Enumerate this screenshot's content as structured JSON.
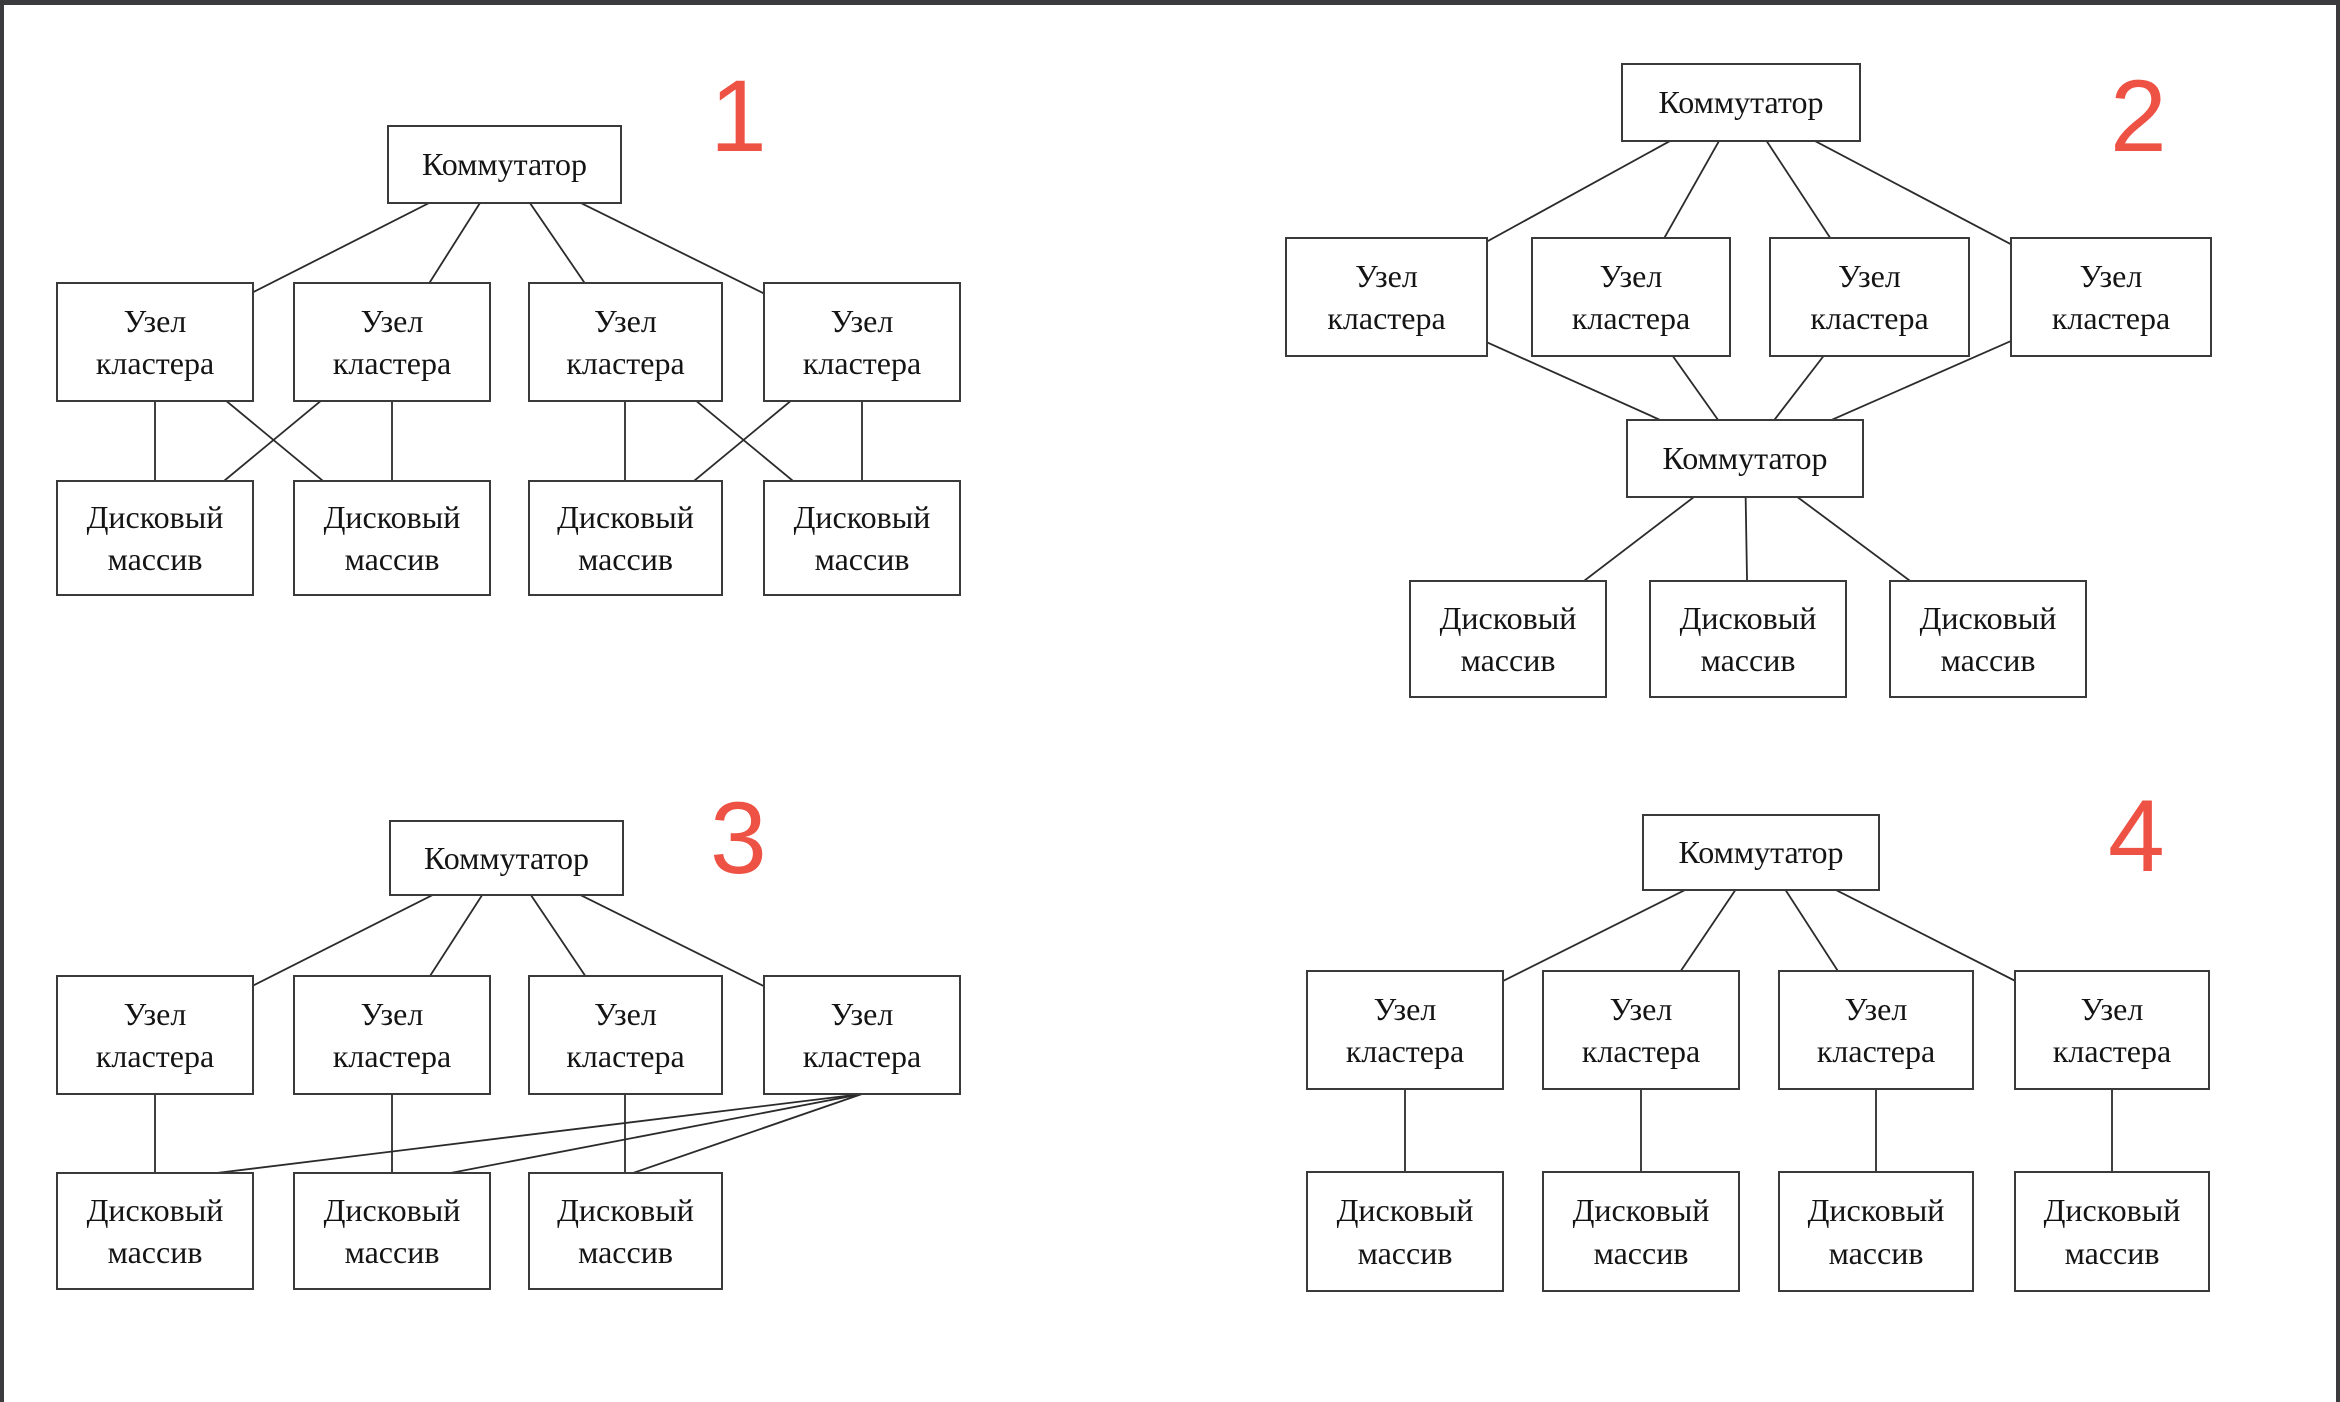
{
  "page": {
    "background": "#ffffff",
    "frame_color": "#3b3b3d"
  },
  "colors": {
    "number": "#ee5244",
    "line": "#2b2b2b",
    "box_border": "#3a3a3a",
    "text": "#141414"
  },
  "labels": {
    "switch": "Коммутатор",
    "node_line1": "Узел",
    "node_line2": "кластера",
    "disk_line1": "Дисковый",
    "disk_line2": "массив"
  },
  "diagrams": [
    {
      "number": "1",
      "switches": 1,
      "cluster_nodes": 4,
      "disk_arrays": 4
    },
    {
      "number": "2",
      "switches": 2,
      "cluster_nodes": 4,
      "disk_arrays": 3
    },
    {
      "number": "3",
      "switches": 1,
      "cluster_nodes": 4,
      "disk_arrays": 3
    },
    {
      "number": "4",
      "switches": 1,
      "cluster_nodes": 4,
      "disk_arrays": 4
    }
  ]
}
